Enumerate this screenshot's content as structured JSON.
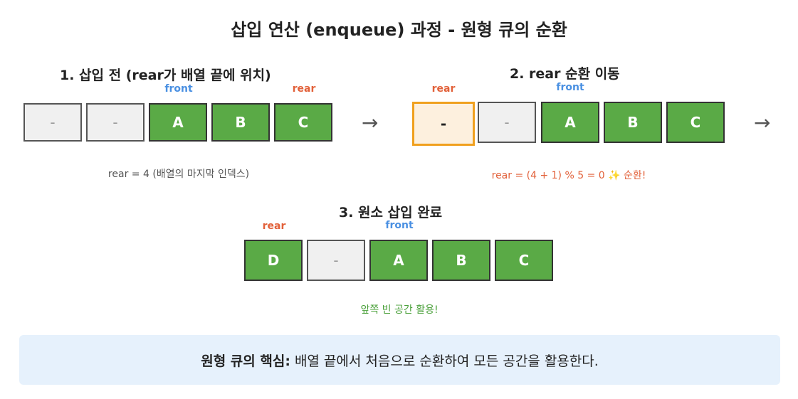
{
  "title": "삽입 연산 (enqueue) 과정 - 원형 큐의 순환",
  "step1": {
    "title": "1. 삽입 전 (rear가 배열 끝에 위치)",
    "front_label": "front",
    "rear_label": "rear",
    "cells": [
      "-",
      "-",
      "A",
      "B",
      "C"
    ],
    "note": "rear = 4 (배열의 마지막 인덱스)"
  },
  "step2": {
    "title": "2. rear 순환 이동",
    "front_label": "front",
    "rear_label": "rear",
    "cells": [
      "-",
      "-",
      "A",
      "B",
      "C"
    ],
    "note": "rear = (4 + 1) % 5 = 0 ✨ 순환!"
  },
  "step3": {
    "title": "3. 원소 삽입 완료",
    "front_label": "front",
    "rear_label": "rear",
    "cells": [
      "D",
      "-",
      "A",
      "B",
      "C"
    ],
    "note": "앞쪽 빈 공간 활용!"
  },
  "arrow_symbol": "→",
  "summary": {
    "bold": "원형 큐의 핵심:",
    "text": "배열 끝에서 처음으로 순환하여 모든 공간을 활용한다."
  },
  "colors": {
    "filled": "#5aaa46",
    "empty": "#f0f0f0",
    "target_fill": "#fdf0de",
    "target_border": "#f0a01e",
    "front": "#4a90e2",
    "rear": "#e2613a",
    "summary_bg": "#e6f1fc"
  }
}
